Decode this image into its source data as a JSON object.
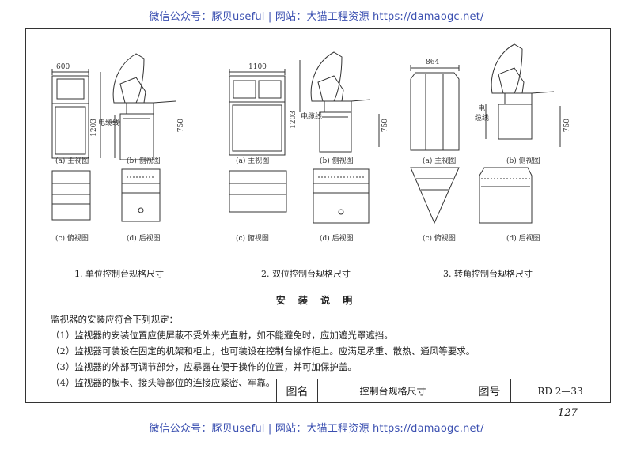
{
  "watermark": {
    "top": "微信公众号：豚贝useful  |  网站：大猫工程资源 https://damaogc.net/",
    "bottom": "微信公众号：豚贝useful  |  网站：大猫工程资源 https://damaogc.net/"
  },
  "dimensions": {
    "d600": "600",
    "d1100": "1100",
    "d864": "864",
    "d1203a": "1203",
    "d1203b": "1203",
    "d750a": "750",
    "d750b": "750",
    "d750c": "750",
    "cable_a": "电缆线",
    "cable_b": "电缆线",
    "cable_c1": "电",
    "cable_c2": "缆线"
  },
  "view_labels": {
    "a1": "(a) 主视图",
    "b1": "(b) 侧视图",
    "c1": "(c) 俯视图",
    "d1": "(d) 后视图",
    "a2": "(a) 主视图",
    "b2": "(b) 侧视图",
    "c2": "(c) 俯视图",
    "d2": "(d) 后视图",
    "a3": "(a) 主视图",
    "b3": "(b) 侧视图",
    "c3": "(c) 俯视图",
    "d3": "(d) 后视图"
  },
  "captions": {
    "c1": "1. 单位控制台规格尺寸",
    "c2": "2. 双位控制台规格尺寸",
    "c3": "3. 转角控制台规格尺寸"
  },
  "section_title": "安 装 说 明",
  "notes": [
    "监视器的安装应符合下列规定：",
    "（1）监视器的安装位置应使屏蔽不受外来光直射，如不能避免时，应加遮光罩遮挡。",
    "（2）监视器可装设在固定的机架和柜上，也可装设在控制台操作柜上。应满足承重、散热、通风等要求。",
    "（3）监视器的外部可调节部分，应暴露在便于操作的位置，并可加保护盖。",
    "（4）监视器的板卡、接头等部位的连接应紧密、牢靠。"
  ],
  "title_block": {
    "name_label": "图名",
    "name_value": "控制台规格尺寸",
    "number_label": "图号",
    "number_value": "RD 2—33"
  },
  "page_number": "127"
}
